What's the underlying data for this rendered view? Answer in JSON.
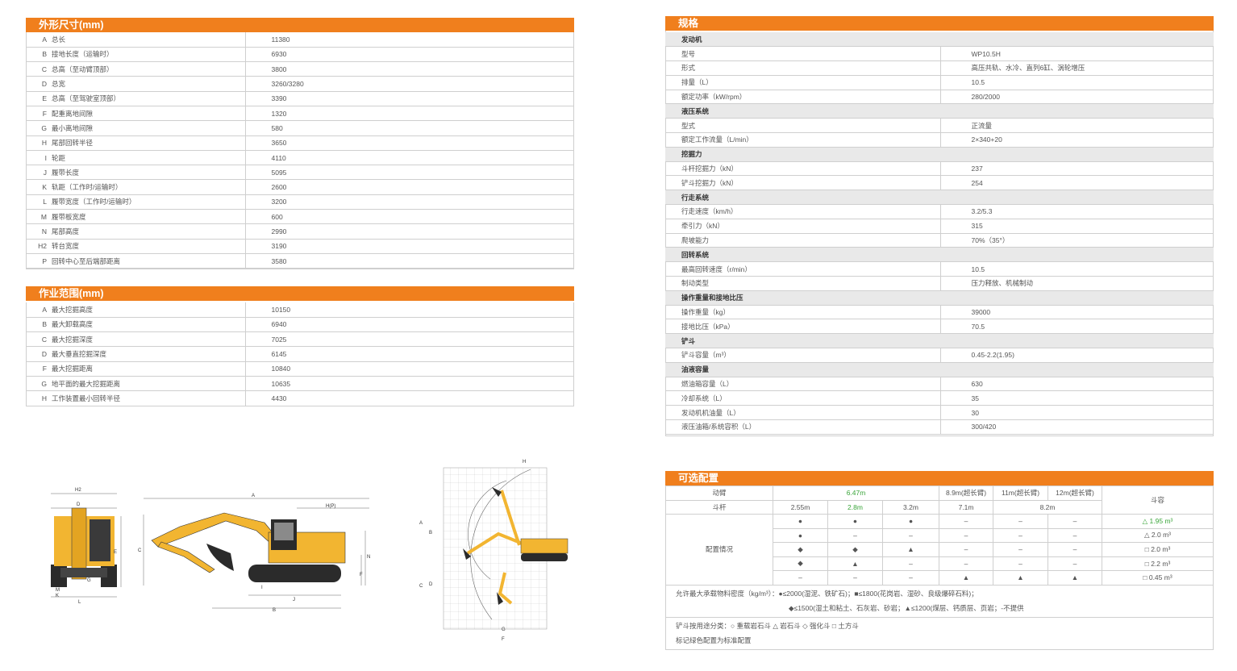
{
  "dimensions": {
    "title": "外形尺寸(mm)",
    "rows": [
      {
        "letter": "A",
        "label": "总长",
        "value": "11380"
      },
      {
        "letter": "B",
        "label": "接地长度（运输时）",
        "value": "6930"
      },
      {
        "letter": "C",
        "label": "总高（至动臂顶部）",
        "value": "3800"
      },
      {
        "letter": "D",
        "label": "总宽",
        "value": "3260/3280"
      },
      {
        "letter": "E",
        "label": "总高（至驾驶室顶部）",
        "value": "3390"
      },
      {
        "letter": "F",
        "label": "配重离地间隙",
        "value": "1320"
      },
      {
        "letter": "G",
        "label": "最小离地间隙",
        "value": "580"
      },
      {
        "letter": "H",
        "label": "尾部回转半径",
        "value": "3650"
      },
      {
        "letter": "I",
        "label": "轮距",
        "value": "4110"
      },
      {
        "letter": "J",
        "label": "履带长度",
        "value": "5095"
      },
      {
        "letter": "K",
        "label": "轨距（工作时/运输时）",
        "value": "2600"
      },
      {
        "letter": "L",
        "label": "履带宽度（工作时/运输时）",
        "value": "3200"
      },
      {
        "letter": "M",
        "label": "履带板宽度",
        "value": "600"
      },
      {
        "letter": "N",
        "label": "尾部高度",
        "value": "2990"
      },
      {
        "letter": "H2",
        "label": "转台宽度",
        "value": "3190"
      },
      {
        "letter": "P",
        "label": "回转中心至后端部距离",
        "value": "3580"
      }
    ]
  },
  "working_range": {
    "title": "作业范围(mm)",
    "rows": [
      {
        "letter": "A",
        "label": "最大挖掘高度",
        "value": "10150"
      },
      {
        "letter": "B",
        "label": "最大卸载高度",
        "value": "6940"
      },
      {
        "letter": "C",
        "label": "最大挖掘深度",
        "value": "7025"
      },
      {
        "letter": "D",
        "label": "最大垂直挖掘深度",
        "value": "6145"
      },
      {
        "letter": "F",
        "label": "最大挖掘距离",
        "value": "10840"
      },
      {
        "letter": "G",
        "label": "地平面的最大挖掘距离",
        "value": "10635"
      },
      {
        "letter": "H",
        "label": "工作装置最小回转半径",
        "value": "4430"
      }
    ]
  },
  "specs": {
    "title": "规格",
    "groups": [
      {
        "name": "发动机",
        "rows": [
          {
            "label": "型号",
            "value": "WP10.5H"
          },
          {
            "label": "形式",
            "value": "高压共轨、水冷、直列6缸、涡轮增压"
          },
          {
            "label": "排量（L）",
            "value": "10.5"
          },
          {
            "label": "额定功率（kW/rpm）",
            "value": "280/2000"
          }
        ]
      },
      {
        "name": "液压系统",
        "rows": [
          {
            "label": "型式",
            "value": "正流量"
          },
          {
            "label": "额定工作流量（L/min）",
            "value": "2×340+20"
          }
        ]
      },
      {
        "name": "挖掘力",
        "rows": [
          {
            "label": "斗杆挖掘力（kN）",
            "value": "237"
          },
          {
            "label": "铲斗挖掘力（kN）",
            "value": "254"
          }
        ]
      },
      {
        "name": "行走系统",
        "rows": [
          {
            "label": "行走速度（km/h）",
            "value": "3.2/5.3"
          },
          {
            "label": "牵引力（kN）",
            "value": "315"
          },
          {
            "label": "爬坡能力",
            "value": "70%（35°）"
          }
        ]
      },
      {
        "name": "回转系统",
        "rows": [
          {
            "label": "最高回转速度（r/min）",
            "value": "10.5"
          },
          {
            "label": "制动类型",
            "value": "压力释放、机械制动"
          }
        ]
      },
      {
        "name": "操作重量和接地比压",
        "rows": [
          {
            "label": "操作重量（kg）",
            "value": "39000"
          },
          {
            "label": "接地比压（kPa）",
            "value": "70.5"
          }
        ]
      },
      {
        "name": "铲斗",
        "rows": [
          {
            "label": "铲斗容量（m³）",
            "value": "0.45-2.2(1.95)"
          }
        ]
      },
      {
        "name": "油液容量",
        "rows": [
          {
            "label": "燃油箱容量（L）",
            "value": "630"
          },
          {
            "label": "冷却系统（L）",
            "value": "35"
          },
          {
            "label": "发动机机油量（L）",
            "value": "30"
          },
          {
            "label": "液压油箱/系统容积（L）",
            "value": "300/420"
          }
        ]
      }
    ]
  },
  "options": {
    "title": "可选配置",
    "boom_label": "动臂",
    "arm_label": "斗杆",
    "bucket_label": "斗容",
    "config_label": "配置情况",
    "booms": [
      "6.47m",
      "8.9m(超长臂)",
      "11m(超长臂)",
      "12m(超长臂)"
    ],
    "arms": [
      "2.55m",
      "2.8m",
      "3.2m",
      "7.1m",
      "8.2m"
    ],
    "rows": [
      {
        "marks": [
          "●",
          "●",
          "●",
          "–",
          "–",
          "–"
        ],
        "bucket": "△ 1.95 m³",
        "green": true
      },
      {
        "marks": [
          "●",
          "–",
          "–",
          "–",
          "–",
          "–"
        ],
        "bucket": "△ 2.0 m³",
        "green": false
      },
      {
        "marks": [
          "◆",
          "◆",
          "▲",
          "–",
          "–",
          "–"
        ],
        "bucket": "□ 2.0 m³",
        "green": false
      },
      {
        "marks": [
          "◆",
          "▲",
          "–",
          "–",
          "–",
          "–"
        ],
        "bucket": "□ 2.2 m³",
        "green": false
      },
      {
        "marks": [
          "–",
          "–",
          "–",
          "▲",
          "▲",
          "▲"
        ],
        "bucket": "□ 0.45 m³",
        "green": false
      }
    ],
    "density_line1": "允许最大承载物料密度（kg/m³）：●≤2000(湿泥、铁矿石)；■≤1800(花岗岩、湿砂、良级爆碎石料)；",
    "density_line2": "◆≤1500(湿土和粘土、石灰岩、砂岩；▲≤1200(煤层、钙质层、页岩；-不提供",
    "bucket_use": "铲斗按用途分类：○ 重载岩石斗 △ 岩石斗 ◇ 强化斗 □ 土方斗",
    "standard_note": "标记绿色配置为标准配置"
  },
  "drawings": {
    "front_labels": [
      "H2",
      "D",
      "E",
      "G",
      "M",
      "K",
      "L"
    ],
    "side_labels": [
      "A",
      "H(P)",
      "C",
      "N",
      "F",
      "J",
      "B",
      "I"
    ],
    "range_labels": [
      "H",
      "A",
      "B",
      "C",
      "D",
      "G",
      "F"
    ],
    "colors": {
      "accent": "#f07f1d",
      "machine": "#f2b531",
      "dark": "#2b2b2b"
    }
  }
}
